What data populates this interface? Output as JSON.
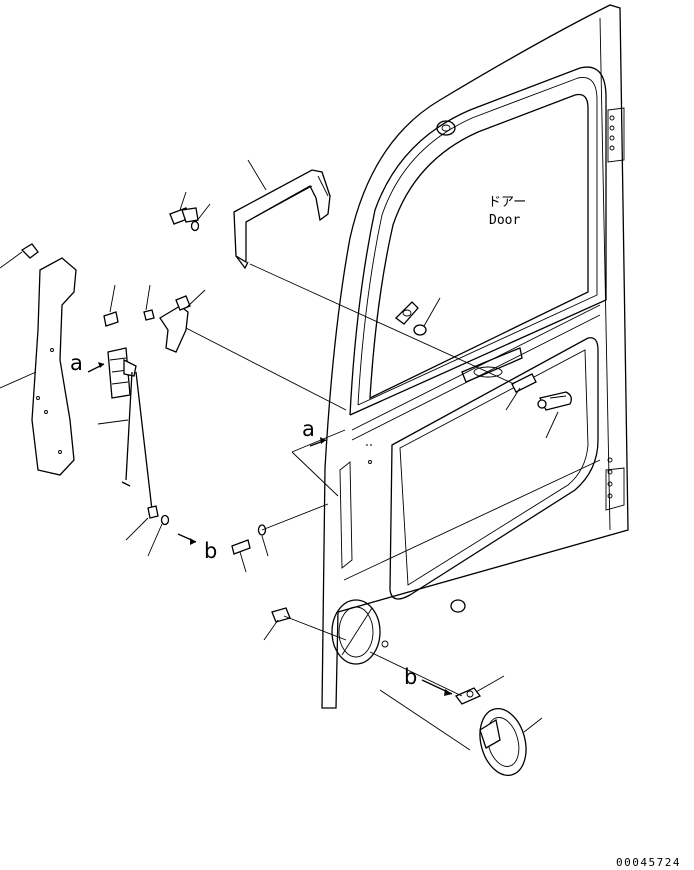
{
  "labels": {
    "door_jp": "ドアー",
    "door_en": "Door",
    "ref_a": "a",
    "ref_b": "b",
    "drawing_number": "00045724"
  }
}
